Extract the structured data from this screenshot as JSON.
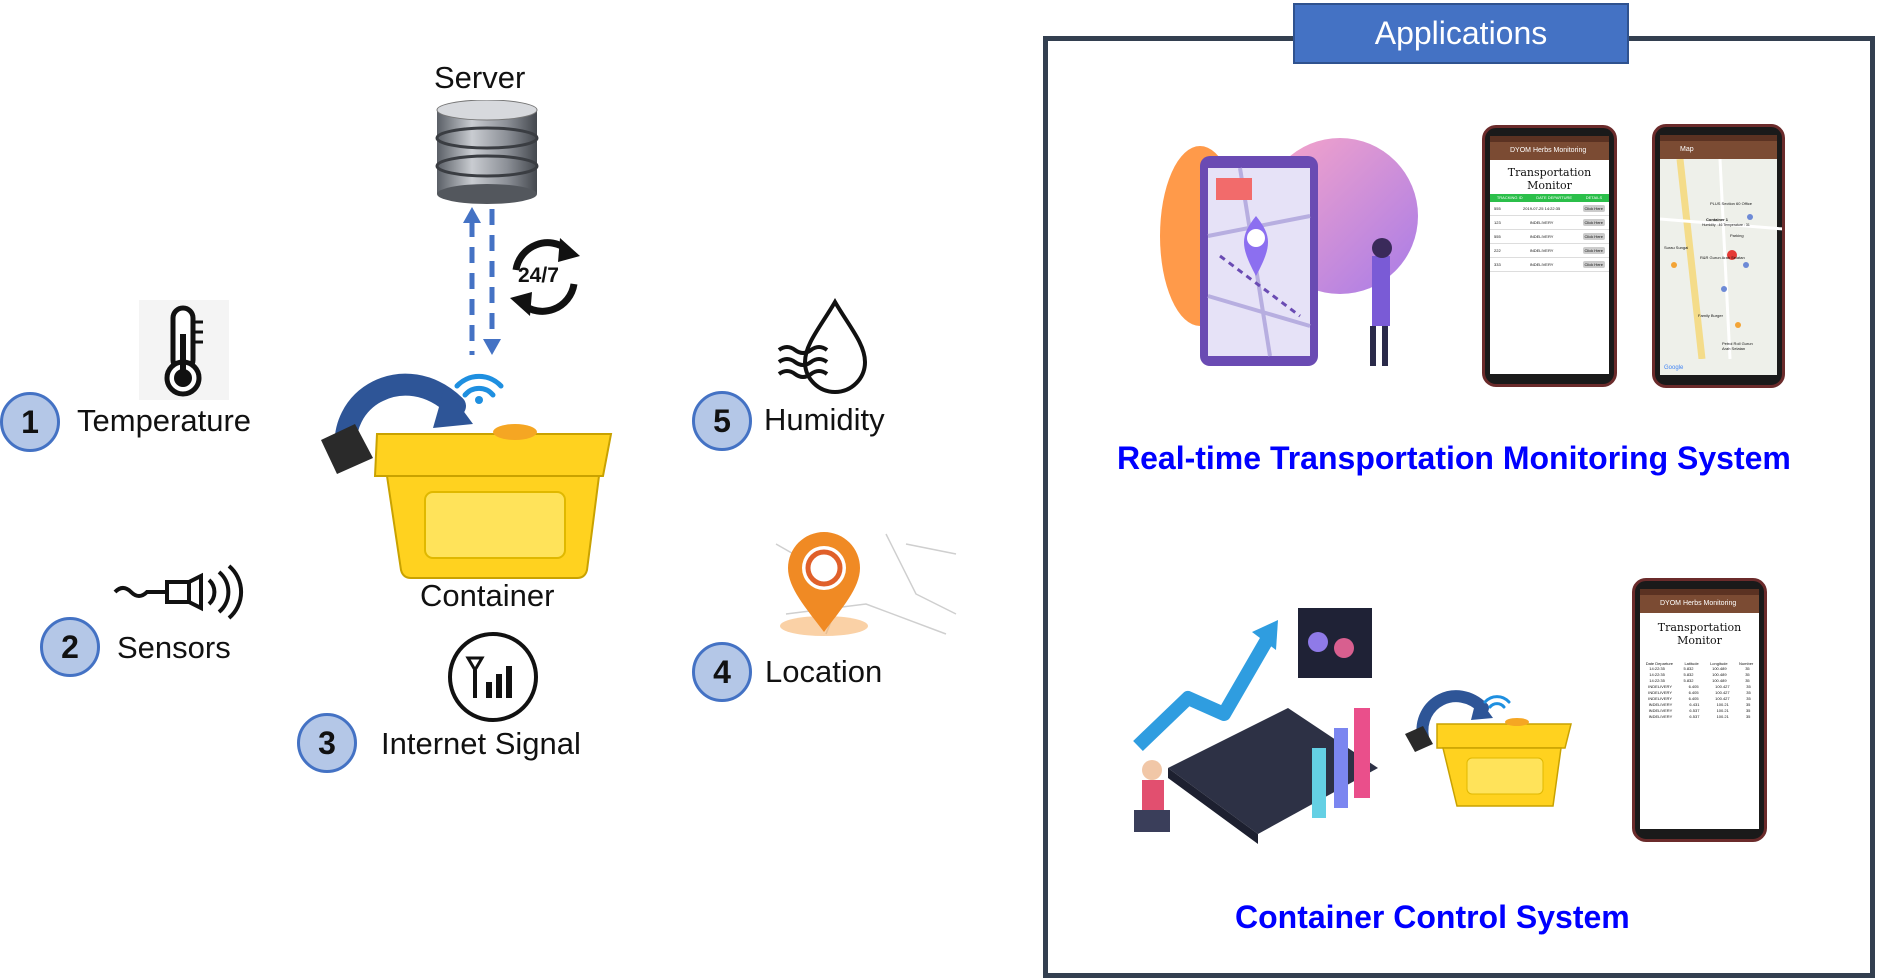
{
  "left": {
    "server_label": "Server",
    "cycle_label": "24/7",
    "container_label": "Container",
    "items": [
      {
        "num": "1",
        "label": "Temperature"
      },
      {
        "num": "2",
        "label": "Sensors"
      },
      {
        "num": "3",
        "label": "Internet Signal"
      },
      {
        "num": "4",
        "label": "Location"
      },
      {
        "num": "5",
        "label": "Humidity"
      }
    ]
  },
  "right": {
    "title": "Applications",
    "app1_title": "Real-time Transportation Monitoring System",
    "app2_title": "Container Control System",
    "phone_a": {
      "header": "DYOM Herbs Monitoring",
      "screen_title": "Transportation Monitor",
      "columns": [
        "TRACKING ID",
        "DATE DEPARTURE",
        "DETAILS"
      ],
      "rows": [
        {
          "id": "555",
          "date": "2019-07-25 14:22:35",
          "btn": "Click Here"
        },
        {
          "id": "123",
          "date": "INDELIVERY",
          "btn": "Click Here"
        },
        {
          "id": "555",
          "date": "INDELIVERY",
          "btn": "Click Here"
        },
        {
          "id": "222",
          "date": "INDELIVERY",
          "btn": "Click Here"
        },
        {
          "id": "333",
          "date": "INDELIVERY",
          "btn": "Click Here"
        }
      ]
    },
    "phone_b": {
      "header": "Map",
      "places": [
        "PLUS Section 60 Office",
        "Container 1",
        "Humidity : 46 Temperature : 31",
        "Parking",
        "Surau Sungai",
        "R&R Gurun Arah Selatan",
        "Family Burger",
        "Petrol Roll Gurun Arah Selatan"
      ],
      "footer": "Google"
    },
    "phone_c": {
      "header": "DYOM Herbs Monitoring",
      "screen_title": "Transportation Monitor",
      "columns": [
        "Date Departure",
        "Latitude",
        "Longitude",
        "Number"
      ],
      "rows": [
        [
          "14:22:35",
          "5.832",
          "100.489",
          "35"
        ],
        [
          "14:22:35",
          "5.832",
          "100.489",
          "35"
        ],
        [
          "14:22:35",
          "5.832",
          "100.489",
          "35"
        ],
        [
          "INDELIVERY",
          "6.405",
          "100.427",
          "35"
        ],
        [
          "INDELIVERY",
          "6.405",
          "100.427",
          "35"
        ],
        [
          "INDELIVERY",
          "6.405",
          "100.427",
          "35"
        ],
        [
          "INDELIVERY",
          "6.431",
          "100.21",
          "35"
        ],
        [
          "INDELIVERY",
          "6.537",
          "100.21",
          "35"
        ],
        [
          "INDELIVERY",
          "6.537",
          "100.21",
          "35"
        ]
      ]
    }
  },
  "colors": {
    "accent_blue": "#4472c4",
    "circle_fill": "#b4c7e7",
    "title_blue": "#0000ff",
    "container_yellow": "#ffd21f",
    "panel_border": "#333f50"
  }
}
